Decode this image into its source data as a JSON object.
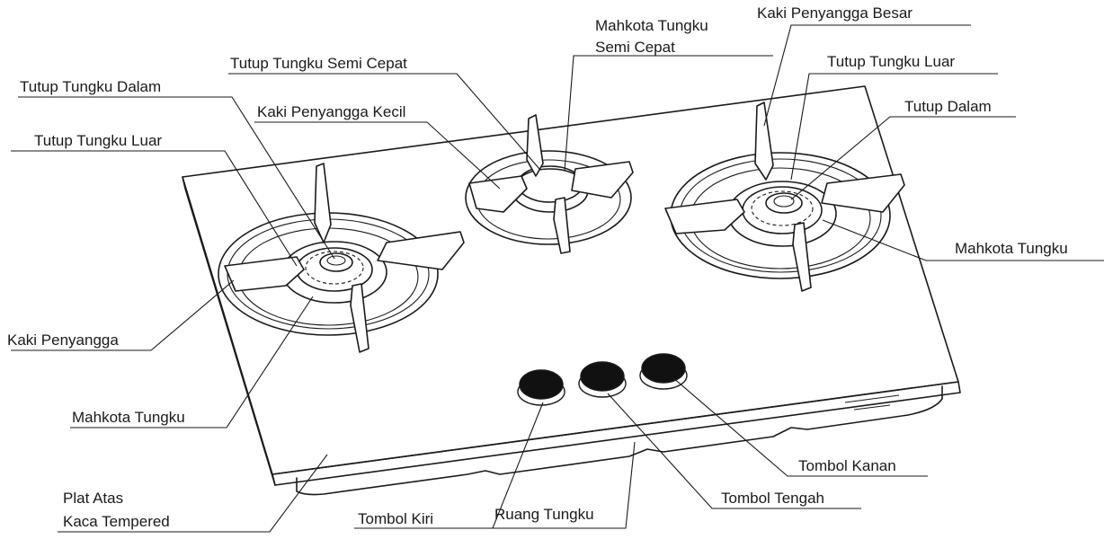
{
  "labels": {
    "mahkota_tungku_semi_cepat_1": "Mahkota Tungku",
    "mahkota_tungku_semi_cepat_2": "Semi Cepat",
    "kaki_penyangga_besar": "Kaki Penyangga Besar",
    "tutup_tungku_semi_cepat": "Tutup Tungku Semi Cepat",
    "tutup_tungku_luar_right": "Tutup Tungku Luar",
    "tutup_tungku_dalam": "Tutup Tungku Dalam",
    "kaki_penyangga_kecil": "Kaki Penyangga Kecil",
    "tutup_dalam": "Tutup Dalam",
    "tutup_tungku_luar_left": "Tutup Tungku Luar",
    "mahkota_tungku_right": "Mahkota Tungku",
    "kaki_penyangga": "Kaki Penyangga",
    "mahkota_tungku_left": "Mahkota Tungku",
    "tombol_kanan": "Tombol Kanan",
    "plat_atas_1": "Plat Atas",
    "plat_atas_2": "Kaca Tempered",
    "tombol_tengah": "Tombol Tengah",
    "tombol_kiri": "Tombol Kiri",
    "ruang_tungku": "Ruang Tungku"
  }
}
